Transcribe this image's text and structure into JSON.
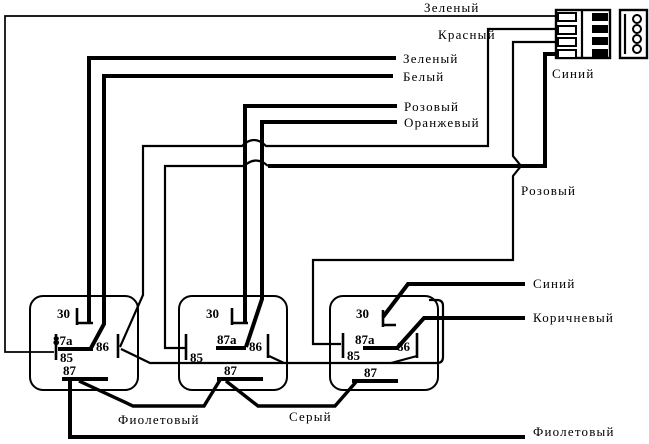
{
  "diagram_type": "relay-wiring-schematic",
  "colors": {
    "wire": "#000000",
    "background": "#ffffff"
  },
  "wire_labels": {
    "green_top": "Зеленый",
    "red": "Красный",
    "green": "Зеленый",
    "white": "Белый",
    "pink": "Розовый",
    "orange": "Оранжевый",
    "pink_right": "Розовый",
    "blue_right": "Синий",
    "brown": "Коричневый",
    "violet_bottom_left": "Фиолетовый",
    "gray": "Серый",
    "violet_bottom_right": "Фиолетовый"
  },
  "connector": {
    "label": "Синий",
    "pin_count": 4
  },
  "relays": [
    {
      "id": "relay-1",
      "pins": {
        "p30": "30",
        "p87a": "87a",
        "p85": "85",
        "p86": "86",
        "p87": "87"
      }
    },
    {
      "id": "relay-2",
      "pins": {
        "p30": "30",
        "p87a": "87a",
        "p85": "85",
        "p86": "86",
        "p87": "87"
      }
    },
    {
      "id": "relay-3",
      "pins": {
        "p30": "30",
        "p87a": "87a",
        "p85": "85",
        "p86": "86",
        "p87": "87"
      }
    }
  ]
}
